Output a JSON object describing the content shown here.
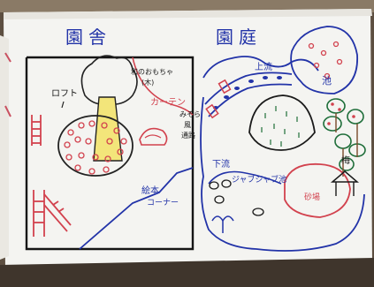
{
  "photo": {
    "heading_left": "園舎",
    "heading_right": "園庭",
    "labels": {
      "loft": "ロフト",
      "wooden_toy": "和のおもちゃ",
      "wooden_toy_note": "(木)",
      "curtain": "カーテン",
      "picture_book": "絵本",
      "picture_book_corner": "コーナー",
      "sky_1": "みそら",
      "sky_2": "風",
      "sky_3": "通路",
      "upstream": "上流",
      "downstream": "下流",
      "pond": "池",
      "splash_pond": "ジャブジャブ池",
      "cherry": "梅",
      "sand": "砂場"
    }
  }
}
